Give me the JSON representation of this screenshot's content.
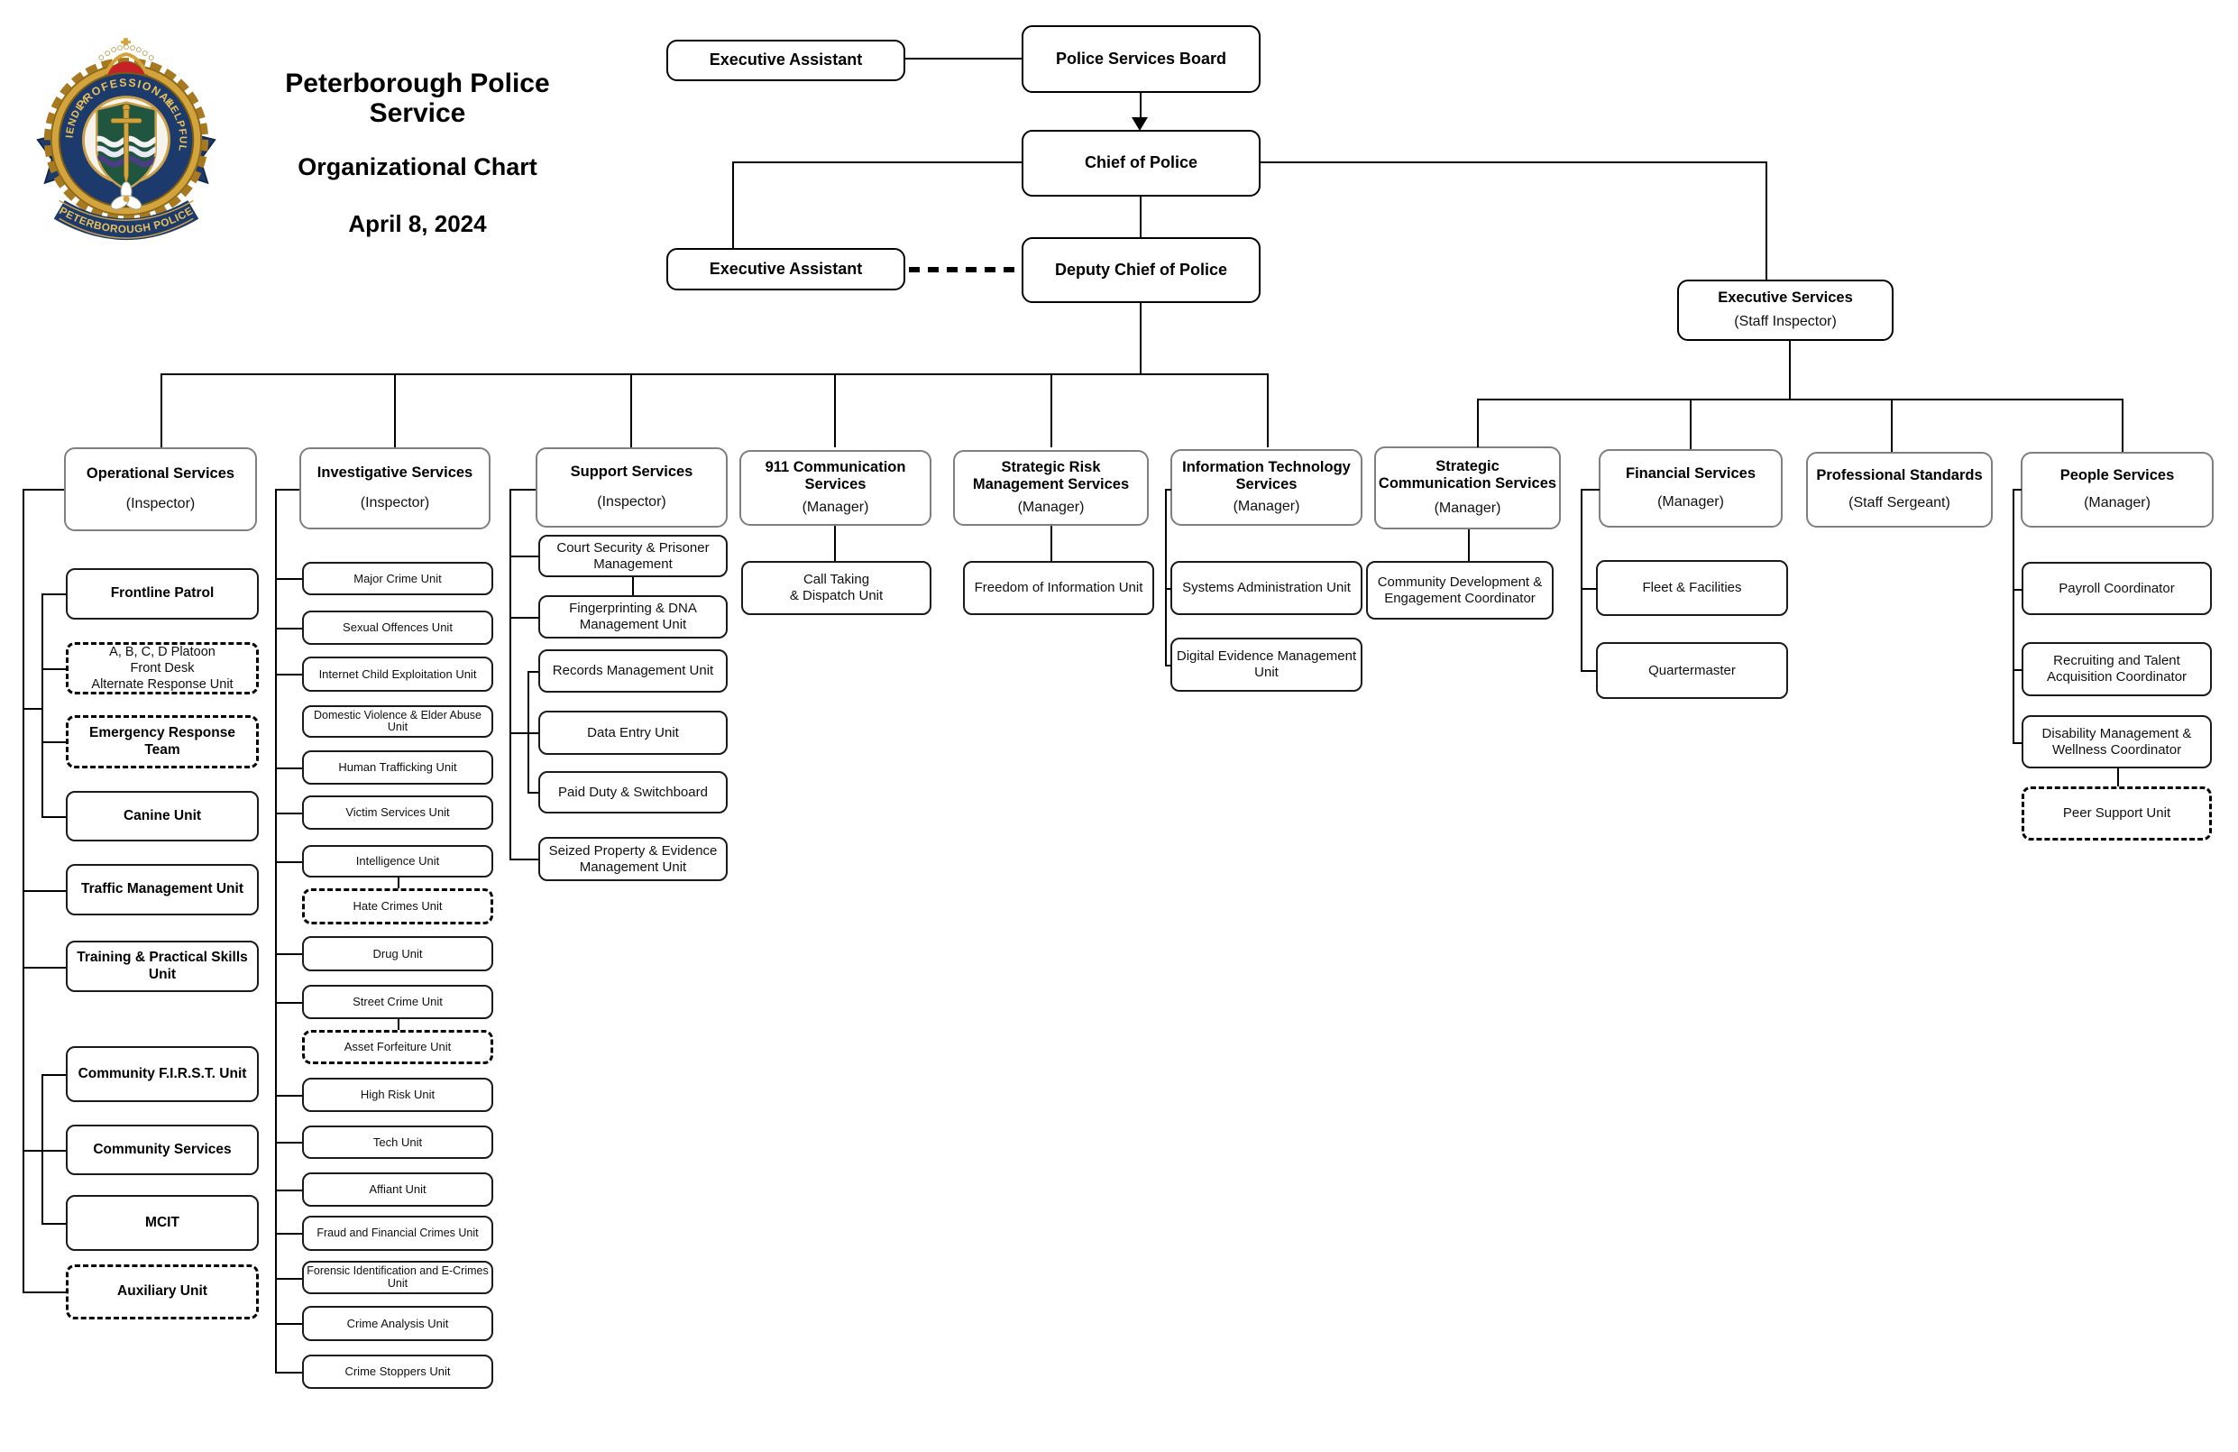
{
  "header": {
    "org_name_line1": "Peterborough Police",
    "org_name_line2": "Service",
    "doc_title": "Organizational Chart",
    "doc_date": "April 8, 2024",
    "logo": {
      "motto_top": "PROFESSIONAL",
      "motto_left": "FRIENDLY",
      "motto_right": "HELPFUL",
      "banner": "PETERBOROUGH POLICE"
    }
  },
  "top_level": {
    "board_assistant": "Executive Assistant",
    "board": "Police Services Board",
    "chief": "Chief of Police",
    "chief_assistant": "Executive Assistant",
    "deputy_chief": "Deputy Chief of Police",
    "executive_services": {
      "title": "Executive Services",
      "rank": "(Staff Inspector)"
    }
  },
  "departments": [
    {
      "title": "Operational Services",
      "rank": "(Inspector)",
      "units": [
        {
          "label": "Frontline Patrol"
        },
        {
          "label": "A, B, C, D Platoon\nFront Desk\nAlternate Response Unit"
        },
        {
          "label": "Emergency Response Team"
        },
        {
          "label": "Canine Unit"
        },
        {
          "label": "Traffic Management Unit"
        },
        {
          "label": "Training & Practical Skills Unit"
        },
        {
          "label": "Community F.I.R.S.T. Unit"
        },
        {
          "label": "Community Services"
        },
        {
          "label": "MCIT"
        },
        {
          "label": "Auxiliary Unit"
        }
      ]
    },
    {
      "title": "Investigative Services",
      "rank": "(Inspector)",
      "units": [
        {
          "label": "Major Crime Unit"
        },
        {
          "label": "Sexual Offences Unit"
        },
        {
          "label": "Internet Child Exploitation Unit"
        },
        {
          "label": "Domestic Violence & Elder Abuse Unit"
        },
        {
          "label": "Human Trafficking Unit"
        },
        {
          "label": "Victim Services Unit"
        },
        {
          "label": "Intelligence Unit"
        },
        {
          "label": "Hate Crimes Unit"
        },
        {
          "label": "Drug Unit"
        },
        {
          "label": "Street Crime Unit"
        },
        {
          "label": "Asset Forfeiture Unit"
        },
        {
          "label": "High Risk Unit"
        },
        {
          "label": "Tech Unit"
        },
        {
          "label": "Affiant Unit"
        },
        {
          "label": "Fraud and Financial Crimes Unit"
        },
        {
          "label": "Forensic Identification and E-Crimes Unit"
        },
        {
          "label": "Crime Analysis Unit"
        },
        {
          "label": "Crime Stoppers Unit"
        }
      ]
    },
    {
      "title": "Support Services",
      "rank": "(Inspector)",
      "units": [
        {
          "label": "Court Security & Prisoner Management"
        },
        {
          "label": "Fingerprinting & DNA Management Unit"
        },
        {
          "label": "Records Management Unit"
        },
        {
          "label": "Data Entry Unit"
        },
        {
          "label": "Paid Duty & Switchboard"
        },
        {
          "label": "Seized Property & Evidence Management Unit"
        }
      ]
    },
    {
      "title": "911 Communication Services",
      "rank": "(Manager)",
      "units": [
        {
          "label": "Call Taking\n& Dispatch Unit"
        }
      ]
    },
    {
      "title": "Strategic Risk Management Services",
      "rank": "(Manager)",
      "units": [
        {
          "label": "Freedom of Information Unit"
        }
      ]
    },
    {
      "title": "Information Technology Services",
      "rank": "(Manager)",
      "units": [
        {
          "label": "Systems Administration Unit"
        },
        {
          "label": "Digital Evidence Management Unit"
        }
      ]
    },
    {
      "title": "Strategic Communication Services",
      "rank": "(Manager)",
      "units": [
        {
          "label": "Community Development & Engagement Coordinator"
        }
      ]
    },
    {
      "title": "Financial Services",
      "rank": "(Manager)",
      "units": [
        {
          "label": "Fleet & Facilities"
        },
        {
          "label": "Quartermaster"
        }
      ]
    },
    {
      "title": "Professional Standards",
      "rank": "(Staff Sergeant)",
      "units": []
    },
    {
      "title": "People Services",
      "rank": "(Manager)",
      "units": [
        {
          "label": "Payroll Coordinator"
        },
        {
          "label": "Recruiting and Talent Acquisition Coordinator"
        },
        {
          "label": "Disability Management & Wellness Coordinator"
        },
        {
          "label": "Peer Support Unit"
        }
      ]
    }
  ],
  "colors": {
    "box_border": "#000000",
    "dept_border": "#7f7f7f",
    "crest_navy": "#1c3a6b",
    "crest_gold": "#d3a43c",
    "crest_green": "#20563f",
    "crest_red": "#c62127"
  }
}
